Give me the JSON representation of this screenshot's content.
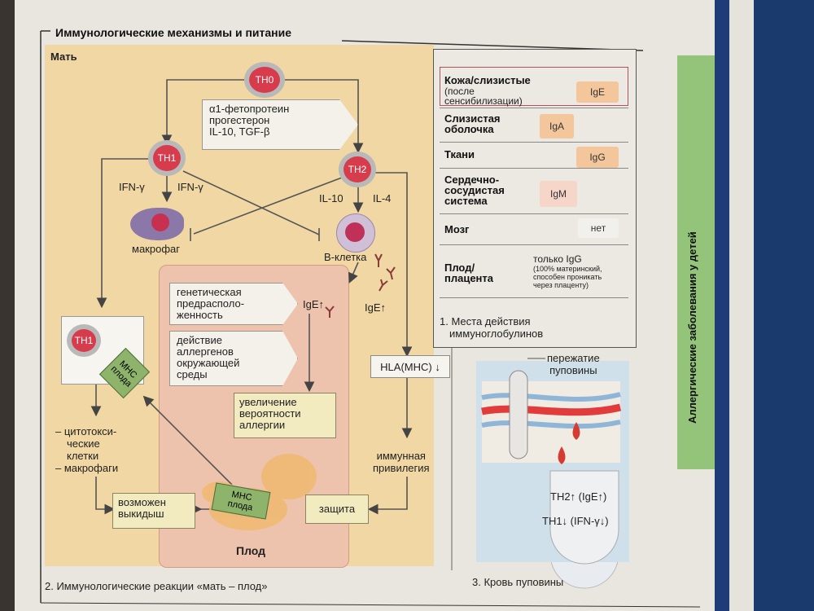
{
  "diagram": {
    "title": "Иммунологические механизмы и питание",
    "mother_label": "Мать",
    "fetus_label": "Плод",
    "nodes": {
      "th0": "TH0",
      "th1": "TH1",
      "th2": "TH2",
      "th1_inner": "TH1"
    },
    "mediator_box": [
      "α1-фетопротеин",
      "прогестерон",
      "IL-10, TGF-β"
    ],
    "labels": {
      "ifn_left": "IFN-γ",
      "ifn_right": "IFN-γ",
      "il10": "IL-10",
      "il4": "IL-4",
      "macrophage": "макрофаг",
      "bcell": "B-клетка",
      "ige_fetus": "IgE",
      "ige_mother": "IgE",
      "cytotoxic": [
        "– цитотокси-",
        "ческие",
        "клетки",
        "– макрофаги"
      ],
      "immune_privilege": [
        "иммунная",
        "привилегия"
      ]
    },
    "fetus_boxes": {
      "genetic": [
        "генетическая",
        "предрасполо-",
        "женность"
      ],
      "allergens": [
        "действие",
        "аллергенов",
        "окружающей",
        "среды"
      ],
      "increase": [
        "увеличение",
        "вероятности",
        "аллергии"
      ]
    },
    "boxes": {
      "miscarriage": [
        "возможен",
        "выкидыш"
      ],
      "protection": "защита",
      "hla": "HLA(MHC)",
      "mhc_fetus_upper": [
        "MHC",
        "плода"
      ],
      "mhc_fetus_lower": [
        "MHC",
        "плода"
      ]
    },
    "caption2": "2. Иммунологические реакции «мать – плод»"
  },
  "immunoglobulins": {
    "rows": [
      {
        "label": [
          "Кожа/слизистые"
        ],
        "sub": [
          "(после",
          "сенсибилизации)"
        ],
        "value": "IgE"
      },
      {
        "label": [
          "Слизистая",
          "оболочка"
        ],
        "value": "IgA"
      },
      {
        "label": [
          "Ткани"
        ],
        "value": "IgG"
      },
      {
        "label": [
          "Сердечно-",
          "сосудистая",
          "система"
        ],
        "value": "IgM"
      },
      {
        "label": [
          "Мозг"
        ],
        "value": "нет"
      },
      {
        "label": [
          "Плод/",
          "плацента"
        ],
        "value_main": "только IgG",
        "value_sub": [
          "(100% материнский,",
          "способен проникать",
          "через плаценту)"
        ]
      }
    ],
    "caption": [
      "1. Места действия",
      "иммуноглобулинов"
    ]
  },
  "cord_blood": {
    "clamp_label": [
      "пережатие",
      "пуповины"
    ],
    "line1": "TH2↑ (IgE↑)",
    "line2": "TH1↓ (IFN-γ↓)",
    "caption": "3. Кровь пуповины"
  },
  "sidebar": {
    "vertical_title": "Аллергические заболевания у детей"
  }
}
